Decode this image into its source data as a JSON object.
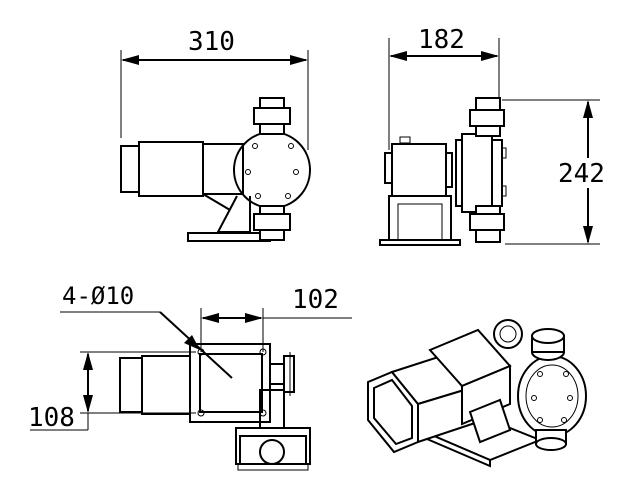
{
  "dimensions": {
    "front_width": "310",
    "side_width": "182",
    "side_height": "242",
    "holes": "4-Ø10",
    "hole_spacing_x": "102",
    "hole_spacing_y": "108"
  },
  "colors": {
    "line": "#000000",
    "background": "#ffffff"
  }
}
